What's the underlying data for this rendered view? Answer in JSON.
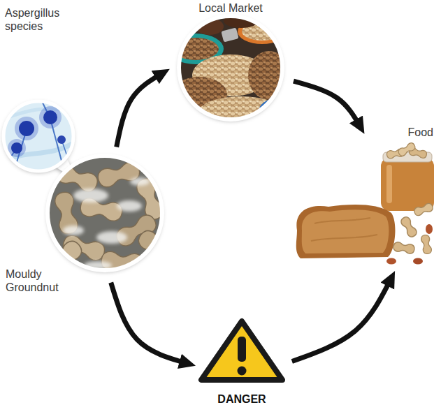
{
  "diagram": {
    "nodes": [
      {
        "text": [
          "Aspergillus species"
        ]
      },
      {
        "text": [
          "Mouldy Groundnut"
        ]
      },
      {
        "text": [
          "Local Market"
        ]
      },
      {
        "text": [
          "Food"
        ]
      },
      {
        "text": [
          "DANGER"
        ]
      }
    ],
    "edges": [
      {
        "from": 1,
        "to": 2,
        "arrow": "to"
      },
      {
        "from": 2,
        "to": 3,
        "arrow": "to"
      },
      {
        "from": 1,
        "to": 4,
        "arrow": "to"
      },
      {
        "from": 4,
        "to": 3,
        "arrow": "to"
      }
    ]
  }
}
